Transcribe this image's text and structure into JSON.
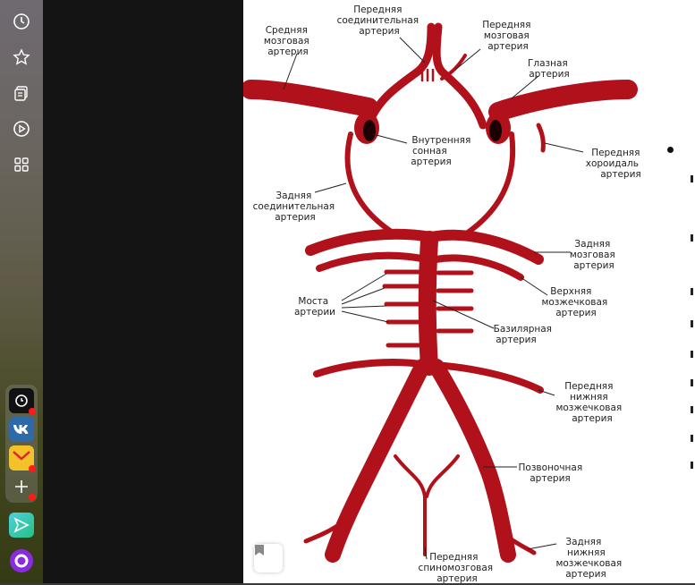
{
  "sidebar": {
    "icons": [
      "history-icon",
      "star-icon",
      "collections-icon",
      "play-icon",
      "grid-icon"
    ],
    "apps": [
      "clock-app",
      "vk-app",
      "mail-app",
      "add-app"
    ],
    "bottom_apps": [
      "send-app",
      "assistant-app"
    ]
  },
  "diagram": {
    "labels": {
      "anterior_communicating": [
        "Передняя",
        "соединительная",
        "артерия"
      ],
      "anterior_cerebral": [
        "Передняя",
        "мозговая",
        "артерия"
      ],
      "middle_cerebral": [
        "Средняя",
        "мозговая",
        "артерия"
      ],
      "ophthalmic": [
        "Глазная",
        "артерия"
      ],
      "internal_carotid": [
        "Внутренняя",
        "сонная",
        "артерия"
      ],
      "anterior_choroidal": [
        "Передняя",
        "хороидаль",
        "артерия"
      ],
      "posterior_communicating": [
        "Задняя",
        "соединительная",
        "артерия"
      ],
      "posterior_cerebral": [
        "Задняя",
        "мозговая",
        "артерия"
      ],
      "superior_cerebellar": [
        "Верхняя",
        "мозжечковая",
        "артерия"
      ],
      "pontine": [
        "Моста",
        "артерии"
      ],
      "basilar": [
        "Базилярная",
        "артерия"
      ],
      "anterior_inferior_cerebellar": [
        "Передняя",
        "нижняя",
        "мозжечковая",
        "артерия"
      ],
      "vertebral": [
        "Позвоночная",
        "артерия"
      ],
      "posterior_inferior_cerebellar": [
        "Задняя",
        "нижняя",
        "мозжечковая",
        "артерия"
      ],
      "anterior_spinal": [
        "Передняя",
        "спиномозговая",
        "артерия"
      ]
    }
  },
  "colors": {
    "artery": "#b0111a",
    "page_bg": "#ffffff",
    "dark_pane": "#141414"
  }
}
